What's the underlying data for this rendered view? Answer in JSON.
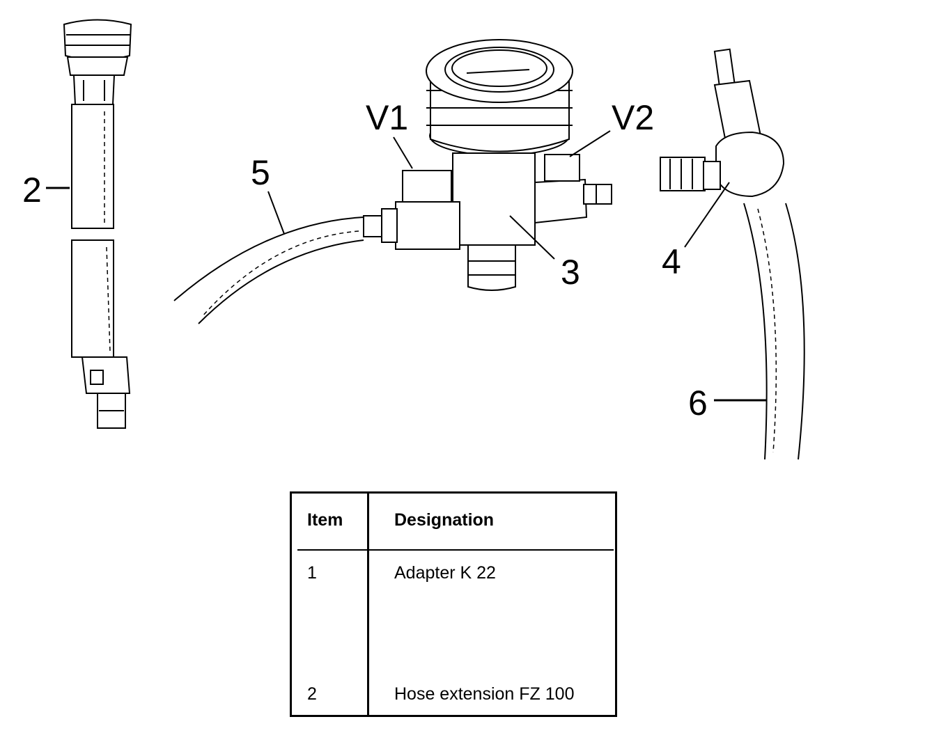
{
  "callouts": {
    "label_2": "2",
    "label_5": "5",
    "label_v1": "V1",
    "label_v2": "V2",
    "label_3": "3",
    "label_4": "4",
    "label_6": "6"
  },
  "table": {
    "headers": [
      "Item",
      "Designation"
    ],
    "rows": [
      {
        "item": "1",
        "designation": "Adapter K 22"
      },
      {
        "item": "2",
        "designation": "Hose extension FZ 100"
      }
    ]
  }
}
